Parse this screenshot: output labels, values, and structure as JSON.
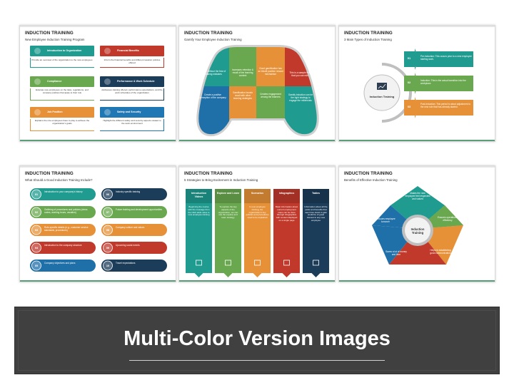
{
  "banner": {
    "title": "Multi-Color Version Images"
  },
  "slides": [
    {
      "title": "INDUCTION TRAINING",
      "subtitle": "New Employee Induction Training Program",
      "boxes": [
        {
          "label": "Introduction to Organization",
          "text": "Provide an overview of the organization to the new employees",
          "color": "#1f9b8f"
        },
        {
          "label": "Financial Benefits",
          "text": "Inform the financial benefits and different taxation policies offered",
          "color": "#c0392b"
        },
        {
          "label": "Compliance",
          "text": "Educate new employees on the laws, regulations, and company policies that apply to their role",
          "color": "#6aa84f"
        },
        {
          "label": "Performance & Work Schedule",
          "text": "Addresses training offered, performance expectations, and the work schedules of the organization",
          "color": "#1c3d5a"
        },
        {
          "label": "Job Position",
          "text": "Explains the role employees have to play to achieve the organization's goals",
          "color": "#e69138"
        },
        {
          "label": "Safety and Security",
          "text": "Highlight the different safety and security aspects related to the work environment",
          "color": "#1f78b4"
        }
      ]
    },
    {
      "title": "INDUCTION TRAINING",
      "subtitle": "Gamify Your Employee Induction Training",
      "pieces": [
        {
          "text": "Learn without the fear of making mistakes",
          "color": "#1f9b8f"
        },
        {
          "text": "Increases retention & recall of the learning content",
          "color": "#6aa84f"
        },
        {
          "text": "Good gamification has an inbuilt positive reward mechanism",
          "color": "#e69138"
        },
        {
          "text": "This is a sample text that you can edit",
          "color": "#c0392b"
        },
        {
          "text": "Create a positive perception of the company",
          "color": "#1f6fa8"
        },
        {
          "text": "Gamification boosts recall with other learning strategies",
          "color": "#e69138"
        },
        {
          "text": "Creates engagement among the learners",
          "color": "#6aa84f"
        },
        {
          "text": "Gamify induction can be the right strategy to engage the millennials",
          "color": "#1f9b8f"
        }
      ]
    },
    {
      "title": "INDUCTION TRAINING",
      "subtitle": "3 Main Types of Induction Training",
      "center": "Induction Training",
      "items": [
        {
          "num": "01",
          "text": "Pre-Induction: This occurs prior to a new employee starting work.",
          "color": "#1f9b8f"
        },
        {
          "num": "02",
          "text": "Induction: This is the actual transition into the workplace.",
          "color": "#6aa84f"
        },
        {
          "num": "03",
          "text": "Post-Induction: This period is about adjustment to the new role that has already started.",
          "color": "#e69138"
        }
      ]
    },
    {
      "title": "INDUCTION TRAINING",
      "subtitle": "What Should a Good Induction Training Include?",
      "items": [
        {
          "num": "01",
          "text": "Introduction to your company's history",
          "color": "#1f9b8f"
        },
        {
          "num": "06",
          "text": "Industry specific training",
          "color": "#1c3d5a"
        },
        {
          "num": "02",
          "text": "Outlining of procedures and policies (dress codes, working hours, vacation)",
          "color": "#6aa84f"
        },
        {
          "num": "07",
          "text": "Future training and development opportunities",
          "color": "#6aa84f"
        },
        {
          "num": "03",
          "text": "Role-specific details (e.g., customer service standards, procedures)",
          "color": "#e69138"
        },
        {
          "num": "08",
          "text": "Company culture and values",
          "color": "#e69138"
        },
        {
          "num": "04",
          "text": "Introduction to the company structure",
          "color": "#c0392b"
        },
        {
          "num": "09",
          "text": "Upcoming social events",
          "color": "#c0392b"
        },
        {
          "num": "05",
          "text": "Company objectives and plans",
          "color": "#1f6fa8"
        },
        {
          "num": "10",
          "text": "Travel expectations",
          "color": "#1c3d5a"
        }
      ]
    },
    {
      "title": "INDUCTION TRAINING",
      "subtitle": "5 Strategies to Bring Excitement in Induction Training",
      "cols": [
        {
          "label": "Introduction Videos",
          "text": "Beginning the course with the message from the CEO adds value to new employee training",
          "color": "#1f9b8f"
        },
        {
          "label": "Explore and Learn",
          "text": "To explore the key aspects of the organization, we can use the explore and learn strategy",
          "color": "#6aa84f"
        },
        {
          "label": "Scenarios",
          "text": "In new employee training, the organization's key policies and procedures need to be explained",
          "color": "#e69138"
        },
        {
          "label": "Infographics",
          "text": "Basic information about current employment maps can be done through infographics with content displayed on a single page",
          "color": "#c0392b"
        },
        {
          "label": "Tables",
          "text": "Information about all the perks and benefits that new hires stand to gain would be of great interest to any new employee",
          "color": "#1c3d5a"
        }
      ]
    },
    {
      "title": "INDUCTION TRAINING",
      "subtitle": "Benefits of Effective Induction Training",
      "center": "Induction Training",
      "segments": [
        {
          "text": "Makes the new employee feel respected and valued",
          "color": "#1f9b8f"
        },
        {
          "text": "Ensures operational efficiency",
          "color": "#6aa84f"
        },
        {
          "text": "Helps in establishing good communication",
          "color": "#e69138"
        },
        {
          "text": "Saves a lot of money and time",
          "color": "#c0392b"
        },
        {
          "text": "Reduces employee turnover",
          "color": "#1f6fa8"
        }
      ]
    }
  ]
}
